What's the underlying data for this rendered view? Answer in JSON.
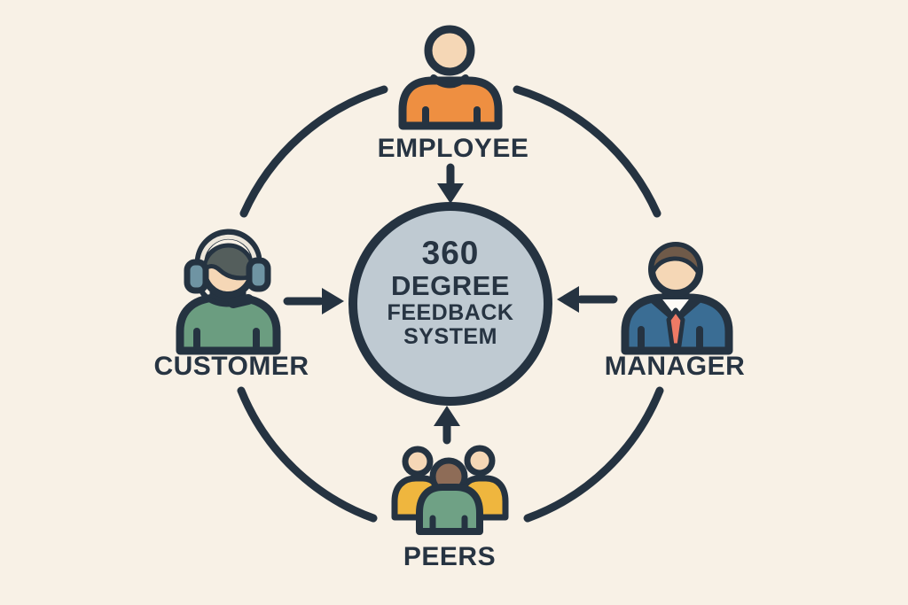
{
  "diagram": {
    "center": {
      "title_line1": "360",
      "title_line2": "DEGREE",
      "title_line3": "FEEDBACK",
      "title_line4": "SYSTEM"
    },
    "nodes": {
      "top": {
        "label": "EMPLOYEE",
        "icon": "employee-person-icon"
      },
      "left": {
        "label": "CUSTOMER",
        "icon": "customer-headset-person-icon"
      },
      "right": {
        "label": "MANAGER",
        "icon": "manager-suit-person-icon"
      },
      "bottom": {
        "label": "PEERS",
        "icon": "peers-group-icon"
      }
    },
    "relationships": [
      "employee-feeds-into-center",
      "customer-feeds-into-center",
      "manager-feeds-into-center",
      "peers-feed-into-center"
    ],
    "colors": {
      "background": "#f8f1e6",
      "outline": "#253341",
      "text": "#273442",
      "center_fill": "#bfcad2",
      "band_light": "#ece6db",
      "skin": "#f5d7b6",
      "employee_shirt": "#ee8f41",
      "customer_shirt": "#6b9d80",
      "customer_hair": "#545e5c",
      "headset": "#6f94a3",
      "manager_hair": "#6f5a49",
      "manager_suit": "#3a6d94",
      "manager_collar": "#fdfbf7",
      "manager_tie": "#ee7a65",
      "peers_shirt": "#efb63e",
      "peers_front_head": "#8e6c57",
      "peers_front_shirt": "#6fa185"
    }
  }
}
